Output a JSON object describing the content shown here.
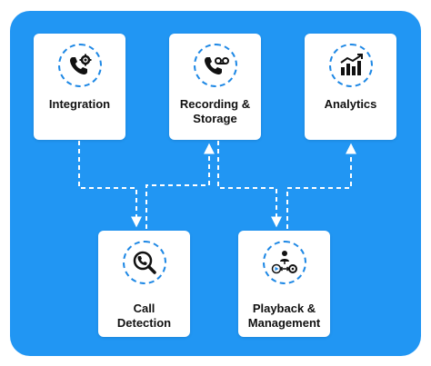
{
  "diagram": {
    "nodes": {
      "integration": {
        "label": "Integration",
        "icon": "phone-gear-icon"
      },
      "recording": {
        "label": "Recording &\nStorage",
        "icon": "phone-voicemail-icon"
      },
      "analytics": {
        "label": "Analytics",
        "icon": "bar-chart-trend-icon"
      },
      "call_detection": {
        "label": "Call\nDetection",
        "icon": "phone-search-icon"
      },
      "playback": {
        "label": "Playback &\nManagement",
        "icon": "playback-workflow-icon"
      }
    },
    "connectors": [
      {
        "from": "integration",
        "to": "call_detection",
        "style": "dashed"
      },
      {
        "from": "call_detection",
        "to": "recording",
        "style": "dashed"
      },
      {
        "from": "recording",
        "to": "playback",
        "style": "dashed"
      },
      {
        "from": "playback",
        "to": "analytics",
        "style": "dashed"
      }
    ],
    "colors": {
      "background": "#2196f3",
      "card": "#ffffff",
      "icon_ring": "#1e88e5",
      "icon": "#111111",
      "connector": "#ffffff"
    }
  }
}
